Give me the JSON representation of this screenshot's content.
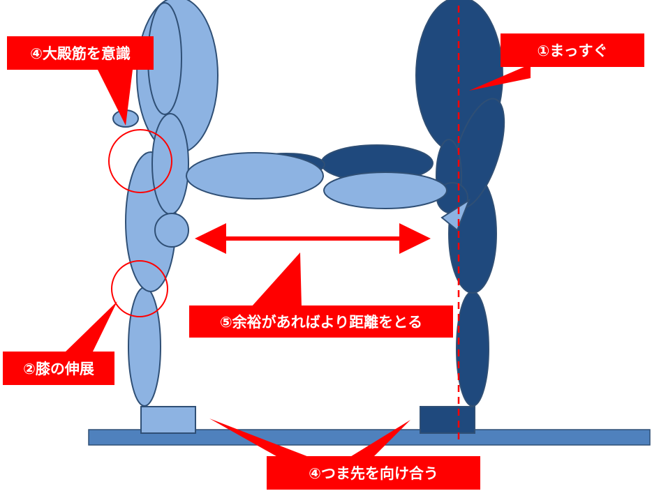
{
  "colors": {
    "light_figure": "#8db3e2",
    "dark_figure": "#1f497d",
    "outline": "#2f4f75",
    "floor": "#4f81bd",
    "callout": "#ff0000",
    "callout_text": "#ffffff",
    "arrow": "#ff0000"
  },
  "callouts": {
    "glutes": "④大殿筋を意識",
    "straight": "①まっすぐ",
    "knee": "②膝の伸展",
    "distance": "⑤余裕があればより距離をとる",
    "toes": "④つま先を向け合う"
  }
}
